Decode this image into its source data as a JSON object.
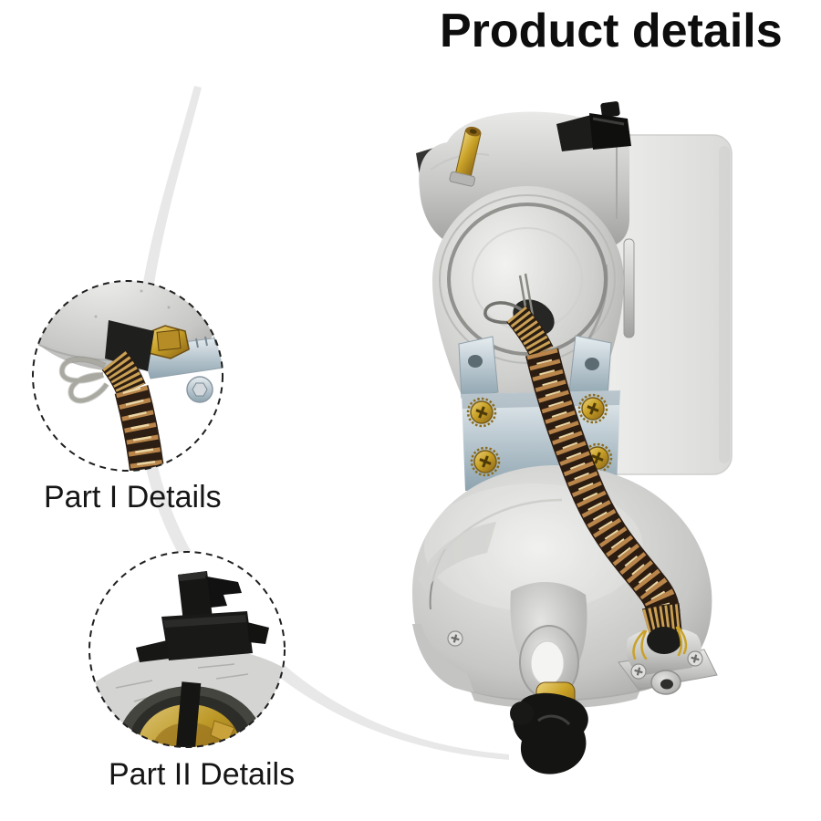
{
  "header": {
    "title": "Product details"
  },
  "callouts": [
    {
      "label": "Part I Details",
      "photo": "fuel-hose-spring-clamp-closeup"
    },
    {
      "label": "Part II Details",
      "photo": "choke-lever-closeup"
    }
  ],
  "main_photo": {
    "name": "generator-carburetor-assembly"
  },
  "colors": {
    "background": "#ffffff",
    "title_text": "#0d0d0d",
    "label_text": "#161616",
    "swoosh": "#e8e8e8",
    "circle_border": "#1f1f1f",
    "aluminum_light": "#e9e9e7",
    "aluminum_dark": "#9e9e9c",
    "brass": "#c9a227",
    "zinc_bracket": "#b9c7cf",
    "plastic_black": "#161614",
    "spring_copper": "#b9854a"
  }
}
